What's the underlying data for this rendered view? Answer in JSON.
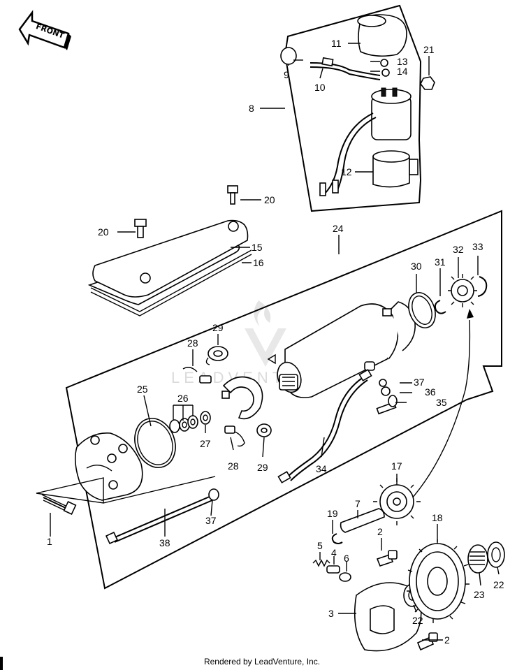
{
  "front_label": "FRONT",
  "watermark": "LEADVENTURE",
  "credit": "Rendered by LeadVenture, Inc.",
  "callouts": [
    {
      "id": "c1",
      "text": "1"
    },
    {
      "id": "c2a",
      "text": "2"
    },
    {
      "id": "c2b",
      "text": "2"
    },
    {
      "id": "c3",
      "text": "3"
    },
    {
      "id": "c4",
      "text": "4"
    },
    {
      "id": "c5",
      "text": "5"
    },
    {
      "id": "c6",
      "text": "6"
    },
    {
      "id": "c7",
      "text": "7"
    },
    {
      "id": "c8",
      "text": "8"
    },
    {
      "id": "c9",
      "text": "9"
    },
    {
      "id": "c10",
      "text": "10"
    },
    {
      "id": "c11",
      "text": "11"
    },
    {
      "id": "c12",
      "text": "12"
    },
    {
      "id": "c13",
      "text": "13"
    },
    {
      "id": "c14",
      "text": "14"
    },
    {
      "id": "c15",
      "text": "15"
    },
    {
      "id": "c16",
      "text": "16"
    },
    {
      "id": "c17",
      "text": "17"
    },
    {
      "id": "c18",
      "text": "18"
    },
    {
      "id": "c19",
      "text": "19"
    },
    {
      "id": "c20a",
      "text": "20"
    },
    {
      "id": "c20b",
      "text": "20"
    },
    {
      "id": "c21",
      "text": "21"
    },
    {
      "id": "c22a",
      "text": "22"
    },
    {
      "id": "c22b",
      "text": "22"
    },
    {
      "id": "c23",
      "text": "23"
    },
    {
      "id": "c24",
      "text": "24"
    },
    {
      "id": "c25",
      "text": "25"
    },
    {
      "id": "c26",
      "text": "26"
    },
    {
      "id": "c27",
      "text": "27"
    },
    {
      "id": "c28a",
      "text": "28"
    },
    {
      "id": "c28b",
      "text": "28"
    },
    {
      "id": "c29a",
      "text": "29"
    },
    {
      "id": "c29b",
      "text": "29"
    },
    {
      "id": "c30",
      "text": "30"
    },
    {
      "id": "c31",
      "text": "31"
    },
    {
      "id": "c32",
      "text": "32"
    },
    {
      "id": "c33",
      "text": "33"
    },
    {
      "id": "c34",
      "text": "34"
    },
    {
      "id": "c35",
      "text": "35"
    },
    {
      "id": "c36",
      "text": "36"
    },
    {
      "id": "c37a",
      "text": "37"
    },
    {
      "id": "c37b",
      "text": "37"
    },
    {
      "id": "c38",
      "text": "38"
    }
  ]
}
